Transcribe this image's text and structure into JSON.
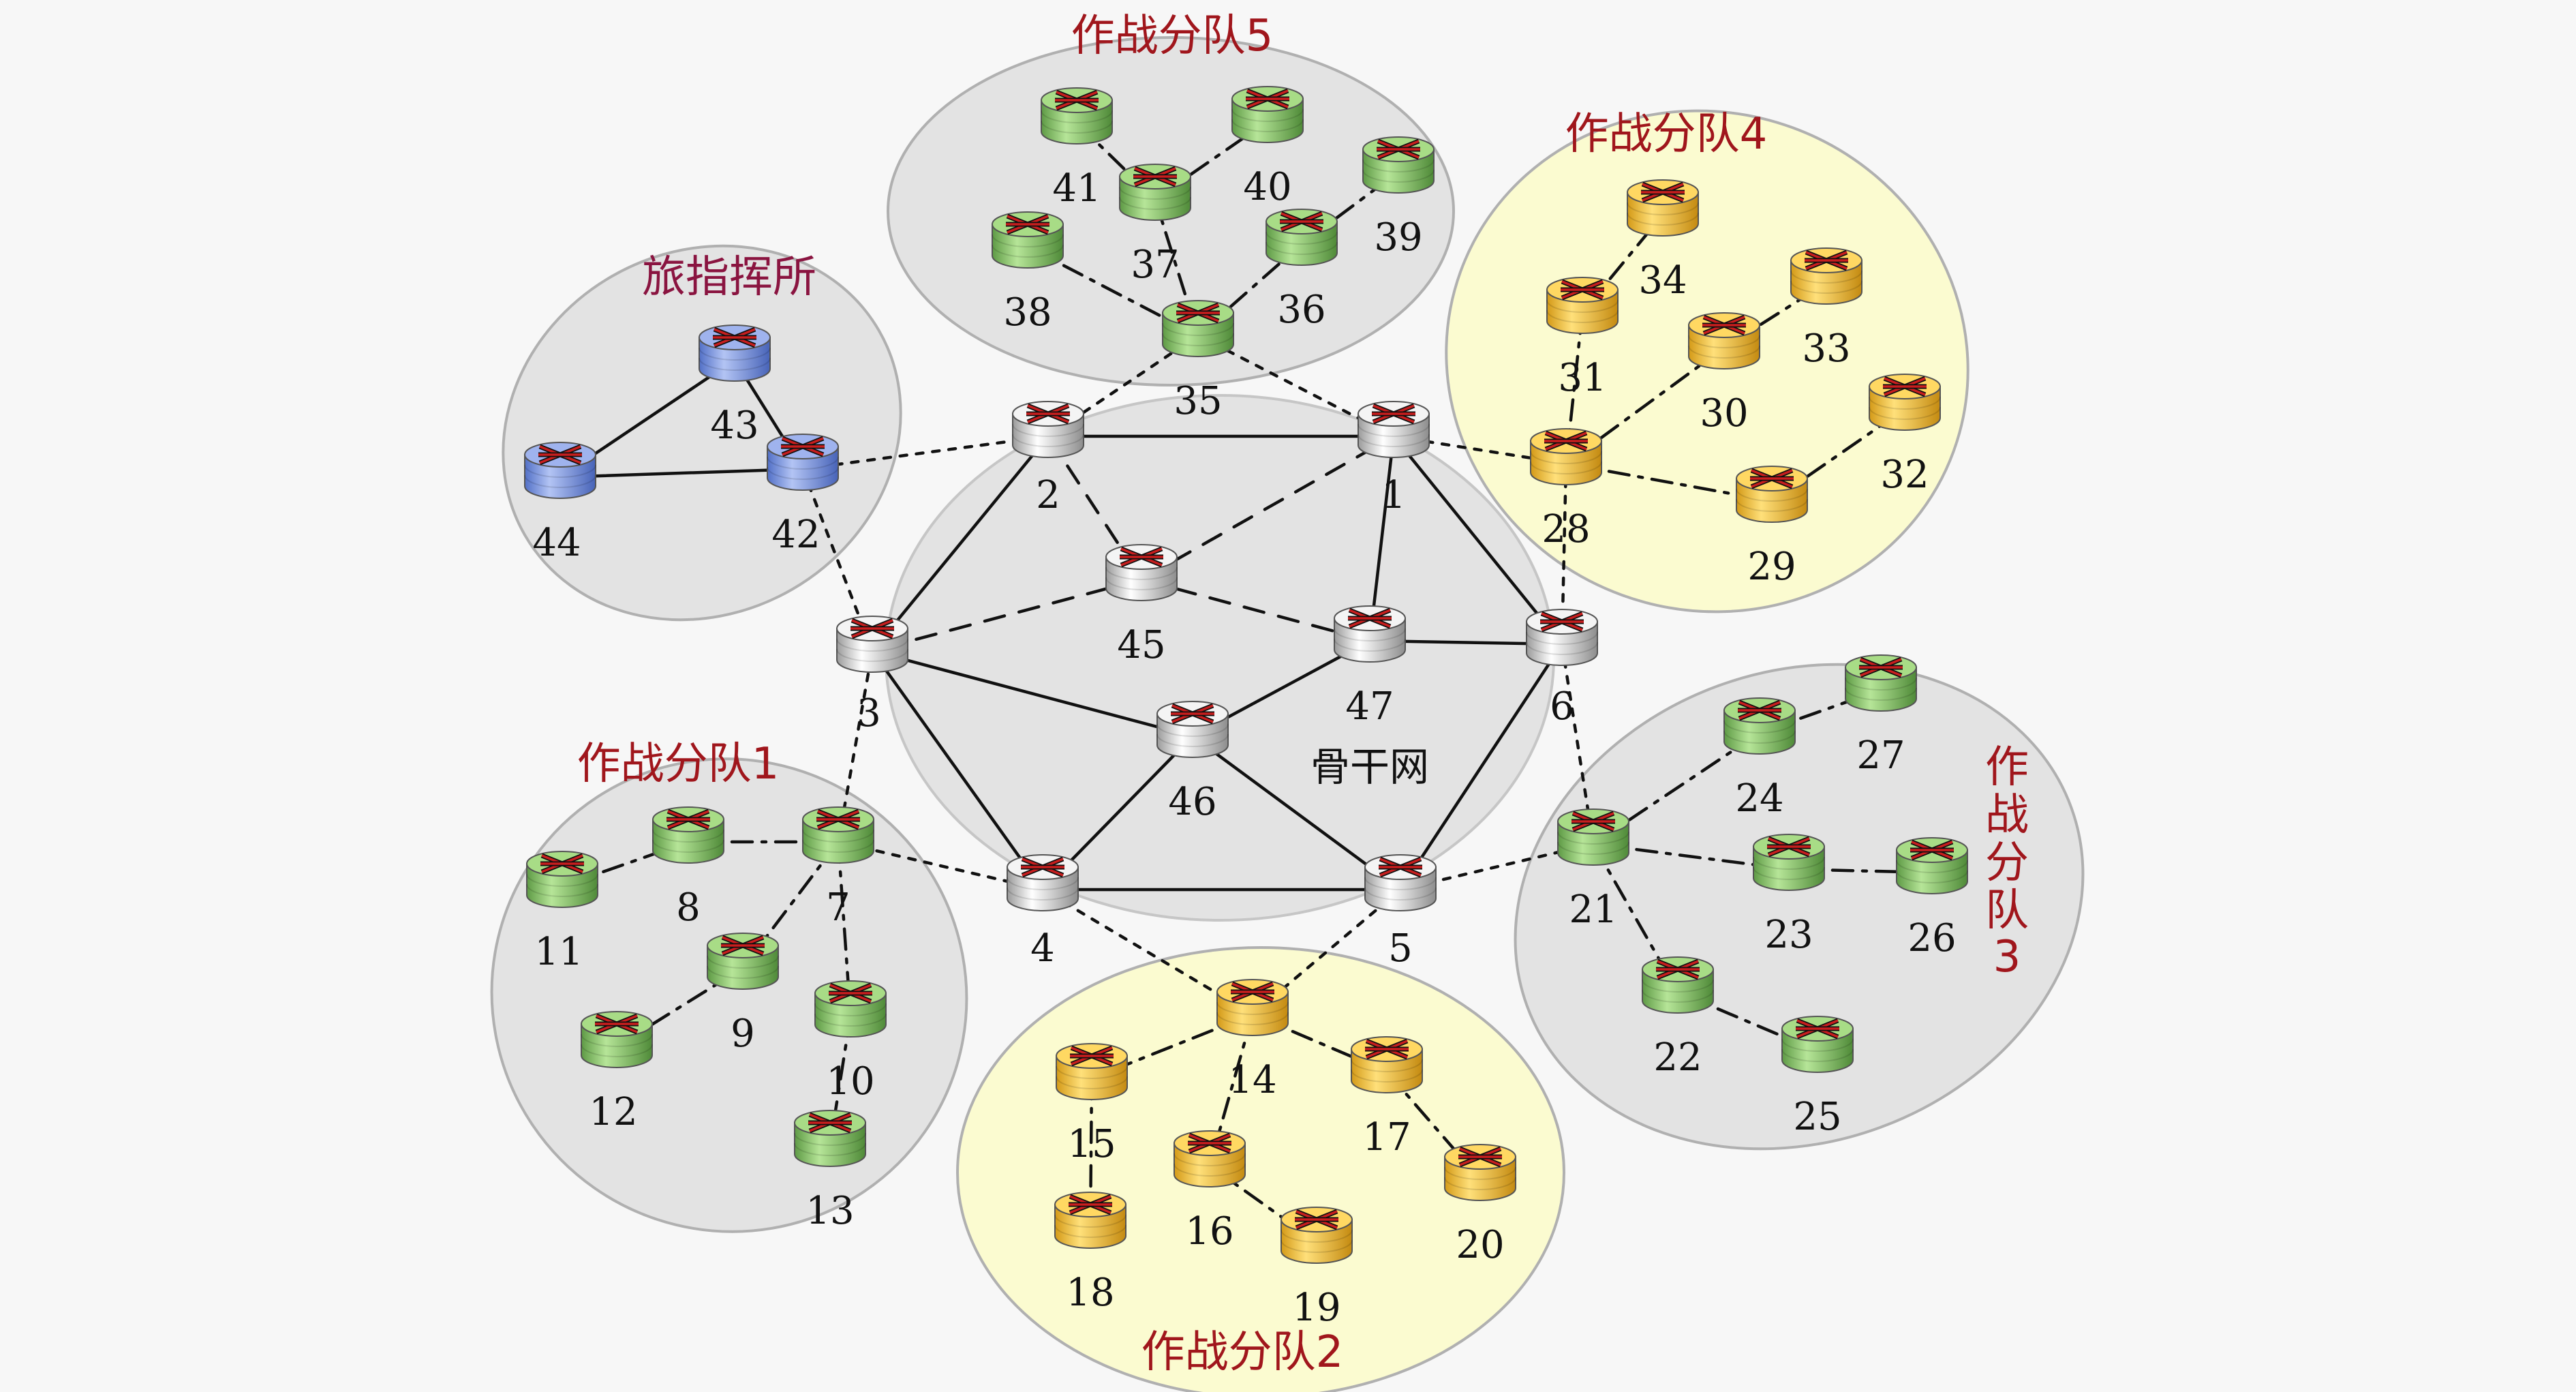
{
  "colors": {
    "group_fill_gray": "#e3e3e3",
    "group_fill_yellow": "#fbfbd0",
    "group_stroke": "#b0b0b0",
    "router_white": "#e6e6e6",
    "router_green": "#8bc968",
    "router_yellow": "#f7c443",
    "router_blue": "#7e97e0",
    "arrow_red": "#c81e1e",
    "label_red": "#a0161c",
    "label_purple": "#8a1440"
  },
  "icon": "router-icon",
  "groups": {
    "brigade_hq": "旅指挥所",
    "team1": "作战分队1",
    "team2": "作战分队2",
    "team3_lines": [
      "作",
      "战",
      "分",
      "队",
      "3"
    ],
    "team4": "作战分队4",
    "team5": "作战分队5",
    "backbone": "骨干网"
  },
  "nodes": [
    {
      "id": "1",
      "color": "white"
    },
    {
      "id": "2",
      "color": "white"
    },
    {
      "id": "3",
      "color": "white"
    },
    {
      "id": "4",
      "color": "white"
    },
    {
      "id": "5",
      "color": "white"
    },
    {
      "id": "6",
      "color": "white"
    },
    {
      "id": "7",
      "color": "green"
    },
    {
      "id": "8",
      "color": "green"
    },
    {
      "id": "9",
      "color": "green"
    },
    {
      "id": "10",
      "color": "green"
    },
    {
      "id": "11",
      "color": "green"
    },
    {
      "id": "12",
      "color": "green"
    },
    {
      "id": "13",
      "color": "green"
    },
    {
      "id": "14",
      "color": "yellow"
    },
    {
      "id": "15",
      "color": "yellow"
    },
    {
      "id": "16",
      "color": "yellow"
    },
    {
      "id": "17",
      "color": "yellow"
    },
    {
      "id": "18",
      "color": "yellow"
    },
    {
      "id": "19",
      "color": "yellow"
    },
    {
      "id": "20",
      "color": "yellow"
    },
    {
      "id": "21",
      "color": "green"
    },
    {
      "id": "22",
      "color": "green"
    },
    {
      "id": "23",
      "color": "green"
    },
    {
      "id": "24",
      "color": "green"
    },
    {
      "id": "25",
      "color": "green"
    },
    {
      "id": "26",
      "color": "green"
    },
    {
      "id": "27",
      "color": "green"
    },
    {
      "id": "28",
      "color": "yellow"
    },
    {
      "id": "29",
      "color": "yellow"
    },
    {
      "id": "30",
      "color": "yellow"
    },
    {
      "id": "31",
      "color": "yellow"
    },
    {
      "id": "32",
      "color": "yellow"
    },
    {
      "id": "33",
      "color": "yellow"
    },
    {
      "id": "34",
      "color": "yellow"
    },
    {
      "id": "35",
      "color": "green"
    },
    {
      "id": "36",
      "color": "green"
    },
    {
      "id": "37",
      "color": "green"
    },
    {
      "id": "38",
      "color": "green"
    },
    {
      "id": "39",
      "color": "green"
    },
    {
      "id": "40",
      "color": "green"
    },
    {
      "id": "41",
      "color": "green"
    },
    {
      "id": "42",
      "color": "blue"
    },
    {
      "id": "43",
      "color": "blue"
    },
    {
      "id": "44",
      "color": "blue"
    },
    {
      "id": "45",
      "color": "white"
    },
    {
      "id": "46",
      "color": "white"
    },
    {
      "id": "47",
      "color": "white"
    }
  ],
  "edges": [
    {
      "from": "2",
      "to": "1",
      "style": "solid"
    },
    {
      "from": "1",
      "to": "6",
      "style": "solid"
    },
    {
      "from": "6",
      "to": "5",
      "style": "solid"
    },
    {
      "from": "5",
      "to": "4",
      "style": "solid"
    },
    {
      "from": "4",
      "to": "3",
      "style": "solid"
    },
    {
      "from": "3",
      "to": "2",
      "style": "solid"
    },
    {
      "from": "1",
      "to": "47",
      "style": "solid"
    },
    {
      "from": "47",
      "to": "6",
      "style": "solid"
    },
    {
      "from": "3",
      "to": "46",
      "style": "solid"
    },
    {
      "from": "46",
      "to": "47",
      "style": "solid"
    },
    {
      "from": "46",
      "to": "4",
      "style": "solid"
    },
    {
      "from": "46",
      "to": "5",
      "style": "solid"
    },
    {
      "from": "2",
      "to": "45",
      "style": "dashed"
    },
    {
      "from": "45",
      "to": "1",
      "style": "dashed"
    },
    {
      "from": "45",
      "to": "3",
      "style": "dashed"
    },
    {
      "from": "45",
      "to": "47",
      "style": "dashed"
    },
    {
      "from": "42",
      "to": "2",
      "style": "dotted"
    },
    {
      "from": "42",
      "to": "3",
      "style": "dotted"
    },
    {
      "from": "35",
      "to": "2",
      "style": "dotted"
    },
    {
      "from": "35",
      "to": "1",
      "style": "dotted"
    },
    {
      "from": "1",
      "to": "28",
      "style": "dotted"
    },
    {
      "from": "28",
      "to": "6",
      "style": "dotted"
    },
    {
      "from": "6",
      "to": "21",
      "style": "dotted"
    },
    {
      "from": "21",
      "to": "5",
      "style": "dotted"
    },
    {
      "from": "5",
      "to": "14",
      "style": "dotted"
    },
    {
      "from": "14",
      "to": "4",
      "style": "dotted"
    },
    {
      "from": "4",
      "to": "7",
      "style": "dotted"
    },
    {
      "from": "7",
      "to": "3",
      "style": "dotted"
    },
    {
      "from": "43",
      "to": "44",
      "style": "solid"
    },
    {
      "from": "43",
      "to": "42",
      "style": "solid"
    },
    {
      "from": "44",
      "to": "42",
      "style": "solid"
    },
    {
      "from": "11",
      "to": "8",
      "style": "dashdot"
    },
    {
      "from": "8",
      "to": "7",
      "style": "dashdot"
    },
    {
      "from": "7",
      "to": "9",
      "style": "dashdot"
    },
    {
      "from": "9",
      "to": "12",
      "style": "dashdot"
    },
    {
      "from": "7",
      "to": "10",
      "style": "dashdot"
    },
    {
      "from": "10",
      "to": "13",
      "style": "dashdot"
    },
    {
      "from": "14",
      "to": "15",
      "style": "dashdot"
    },
    {
      "from": "14",
      "to": "16",
      "style": "dashdot"
    },
    {
      "from": "14",
      "to": "17",
      "style": "dashdot"
    },
    {
      "from": "15",
      "to": "18",
      "style": "dashdot"
    },
    {
      "from": "16",
      "to": "19",
      "style": "dashdot"
    },
    {
      "from": "17",
      "to": "20",
      "style": "dashdot"
    },
    {
      "from": "21",
      "to": "24",
      "style": "dashdot"
    },
    {
      "from": "24",
      "to": "27",
      "style": "dashdot"
    },
    {
      "from": "21",
      "to": "23",
      "style": "dashdot"
    },
    {
      "from": "23",
      "to": "26",
      "style": "dashdot"
    },
    {
      "from": "21",
      "to": "22",
      "style": "dashdot"
    },
    {
      "from": "22",
      "to": "25",
      "style": "dashdot"
    },
    {
      "from": "28",
      "to": "31",
      "style": "dashdot"
    },
    {
      "from": "31",
      "to": "34",
      "style": "dashdot"
    },
    {
      "from": "28",
      "to": "30",
      "style": "dashdot"
    },
    {
      "from": "30",
      "to": "33",
      "style": "dashdot"
    },
    {
      "from": "28",
      "to": "29",
      "style": "dashdot"
    },
    {
      "from": "29",
      "to": "32",
      "style": "dashdot"
    },
    {
      "from": "35",
      "to": "37",
      "style": "dashdot"
    },
    {
      "from": "37",
      "to": "40",
      "style": "dashdot"
    },
    {
      "from": "37",
      "to": "41",
      "style": "dashdot"
    },
    {
      "from": "35",
      "to": "36",
      "style": "dashdot"
    },
    {
      "from": "36",
      "to": "39",
      "style": "dashdot"
    },
    {
      "from": "35",
      "to": "38",
      "style": "dashdot"
    }
  ]
}
